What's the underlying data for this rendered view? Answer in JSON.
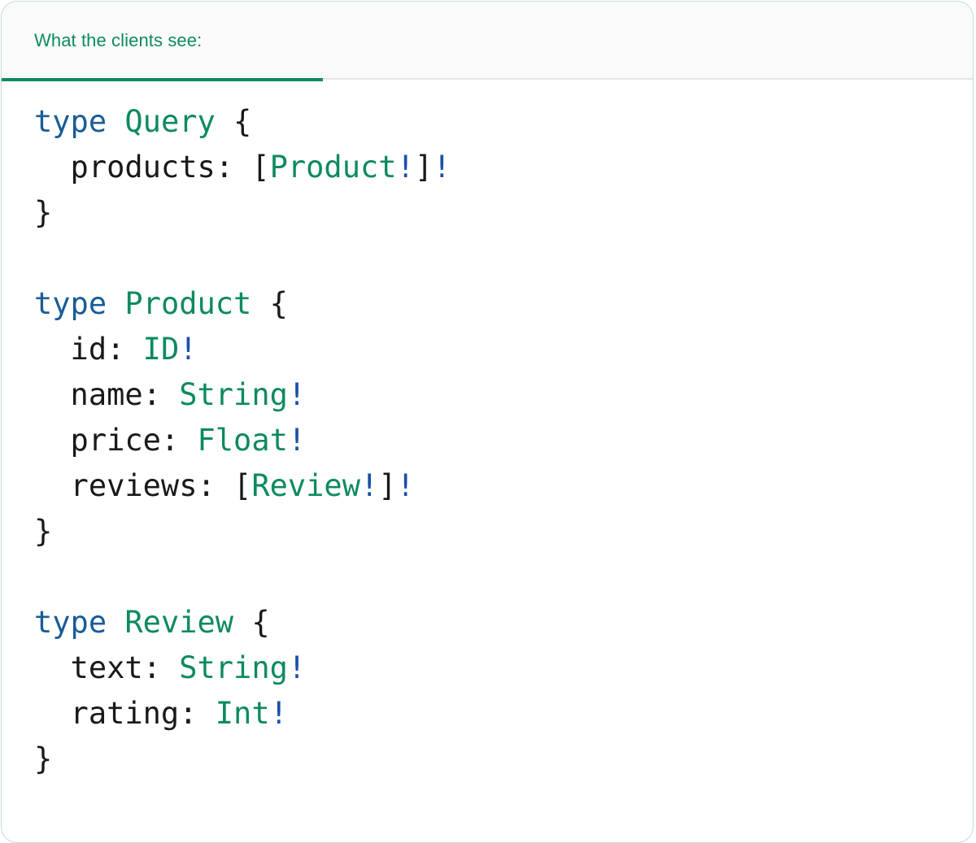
{
  "card": {
    "border_color": "#bfe0cd",
    "background": "#ffffff"
  },
  "tabbar": {
    "background": "#fafafa",
    "border_color": "#e4e4e4",
    "active_tab_index": 0,
    "tabs": [
      {
        "id": "what-the-clients-see",
        "label": "What the clients see:",
        "active": true,
        "color": "#0d8a60",
        "underline_color": "#0d8a60"
      }
    ]
  },
  "editor": {
    "language": "graphql",
    "font_family_kind": "monospace",
    "colors": {
      "keyword": "#1a5c96",
      "type_name": "#0d8a60",
      "field_name": "#18191a",
      "punctuation": "#18191a",
      "non_null_bang": "#1a4fa8",
      "background": "#ffffff"
    },
    "raw_text": "type Query {\n  products: [Product!]!\n}\n\ntype Product {\n  id: ID!\n  name: String!\n  price: Float!\n  reviews: [Review!]!\n}\n\ntype Review {\n  text: String!\n  rating: Int!\n}",
    "lines": [
      {
        "n": 1,
        "tokens": [
          {
            "t": "kw",
            "v": "type"
          },
          {
            "t": "punct",
            "v": " "
          },
          {
            "t": "type",
            "v": "Query"
          },
          {
            "t": "punct",
            "v": " {"
          }
        ]
      },
      {
        "n": 2,
        "tokens": [
          {
            "t": "field",
            "v": "  products:"
          },
          {
            "t": "punct",
            "v": " ["
          },
          {
            "t": "type",
            "v": "Product"
          },
          {
            "t": "bang",
            "v": "!"
          },
          {
            "t": "punct",
            "v": "]"
          },
          {
            "t": "bang",
            "v": "!"
          }
        ]
      },
      {
        "n": 3,
        "tokens": [
          {
            "t": "punct",
            "v": "}"
          }
        ]
      },
      {
        "n": 4,
        "tokens": []
      },
      {
        "n": 5,
        "tokens": [
          {
            "t": "kw",
            "v": "type"
          },
          {
            "t": "punct",
            "v": " "
          },
          {
            "t": "type",
            "v": "Product"
          },
          {
            "t": "punct",
            "v": " {"
          }
        ]
      },
      {
        "n": 6,
        "tokens": [
          {
            "t": "field",
            "v": "  id:"
          },
          {
            "t": "punct",
            "v": " "
          },
          {
            "t": "type",
            "v": "ID"
          },
          {
            "t": "bang",
            "v": "!"
          }
        ]
      },
      {
        "n": 7,
        "tokens": [
          {
            "t": "field",
            "v": "  name:"
          },
          {
            "t": "punct",
            "v": " "
          },
          {
            "t": "type",
            "v": "String"
          },
          {
            "t": "bang",
            "v": "!"
          }
        ]
      },
      {
        "n": 8,
        "tokens": [
          {
            "t": "field",
            "v": "  price:"
          },
          {
            "t": "punct",
            "v": " "
          },
          {
            "t": "type",
            "v": "Float"
          },
          {
            "t": "bang",
            "v": "!"
          }
        ]
      },
      {
        "n": 9,
        "tokens": [
          {
            "t": "field",
            "v": "  reviews:"
          },
          {
            "t": "punct",
            "v": " ["
          },
          {
            "t": "type",
            "v": "Review"
          },
          {
            "t": "bang",
            "v": "!"
          },
          {
            "t": "punct",
            "v": "]"
          },
          {
            "t": "bang",
            "v": "!"
          }
        ]
      },
      {
        "n": 10,
        "tokens": [
          {
            "t": "punct",
            "v": "}"
          }
        ]
      },
      {
        "n": 11,
        "tokens": []
      },
      {
        "n": 12,
        "tokens": [
          {
            "t": "kw",
            "v": "type"
          },
          {
            "t": "punct",
            "v": " "
          },
          {
            "t": "type",
            "v": "Review"
          },
          {
            "t": "punct",
            "v": " {"
          }
        ]
      },
      {
        "n": 13,
        "tokens": [
          {
            "t": "field",
            "v": "  text:"
          },
          {
            "t": "punct",
            "v": " "
          },
          {
            "t": "type",
            "v": "String"
          },
          {
            "t": "bang",
            "v": "!"
          }
        ]
      },
      {
        "n": 14,
        "tokens": [
          {
            "t": "field",
            "v": "  rating:"
          },
          {
            "t": "punct",
            "v": " "
          },
          {
            "t": "type",
            "v": "Int"
          },
          {
            "t": "bang",
            "v": "!"
          }
        ]
      },
      {
        "n": 15,
        "tokens": [
          {
            "t": "punct",
            "v": "}"
          }
        ]
      }
    ]
  }
}
